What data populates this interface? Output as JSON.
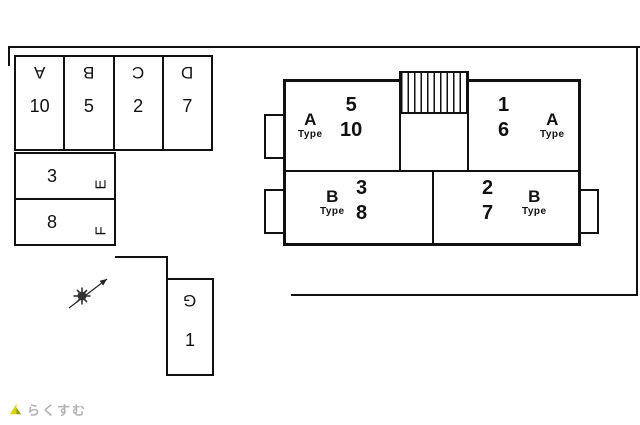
{
  "watermark": {
    "text": "らくすむ"
  },
  "colors": {
    "line": "#111111",
    "watermark_text": "#b3b3b3",
    "logo_yellow": "#d9d300",
    "logo_olive": "#8d9c00"
  },
  "icons": {
    "compass": "compass-needle-icon",
    "stairs": "stairs-hatch-icon",
    "logo": "rakusumu-logo-icon"
  },
  "parking": {
    "row_stalls": [
      {
        "letter": "A",
        "number": "10"
      },
      {
        "letter": "B",
        "number": "5"
      },
      {
        "letter": "C",
        "number": "2"
      },
      {
        "letter": "D",
        "number": "7"
      }
    ],
    "side_stalls": [
      {
        "letter": "E",
        "number": "3"
      },
      {
        "letter": "F",
        "number": "8"
      }
    ],
    "end_stall": {
      "letter": "G",
      "number": "1"
    }
  },
  "building": {
    "units": [
      {
        "type_letter": "A",
        "type_label": "Type",
        "numbers": [
          "5",
          "10"
        ]
      },
      {
        "type_letter": "A",
        "type_label": "Type",
        "numbers": [
          "1",
          "6"
        ]
      },
      {
        "type_letter": "B",
        "type_label": "Type",
        "numbers": [
          "3",
          "8"
        ]
      },
      {
        "type_letter": "B",
        "type_label": "Type",
        "numbers": [
          "2",
          "7"
        ]
      }
    ]
  }
}
